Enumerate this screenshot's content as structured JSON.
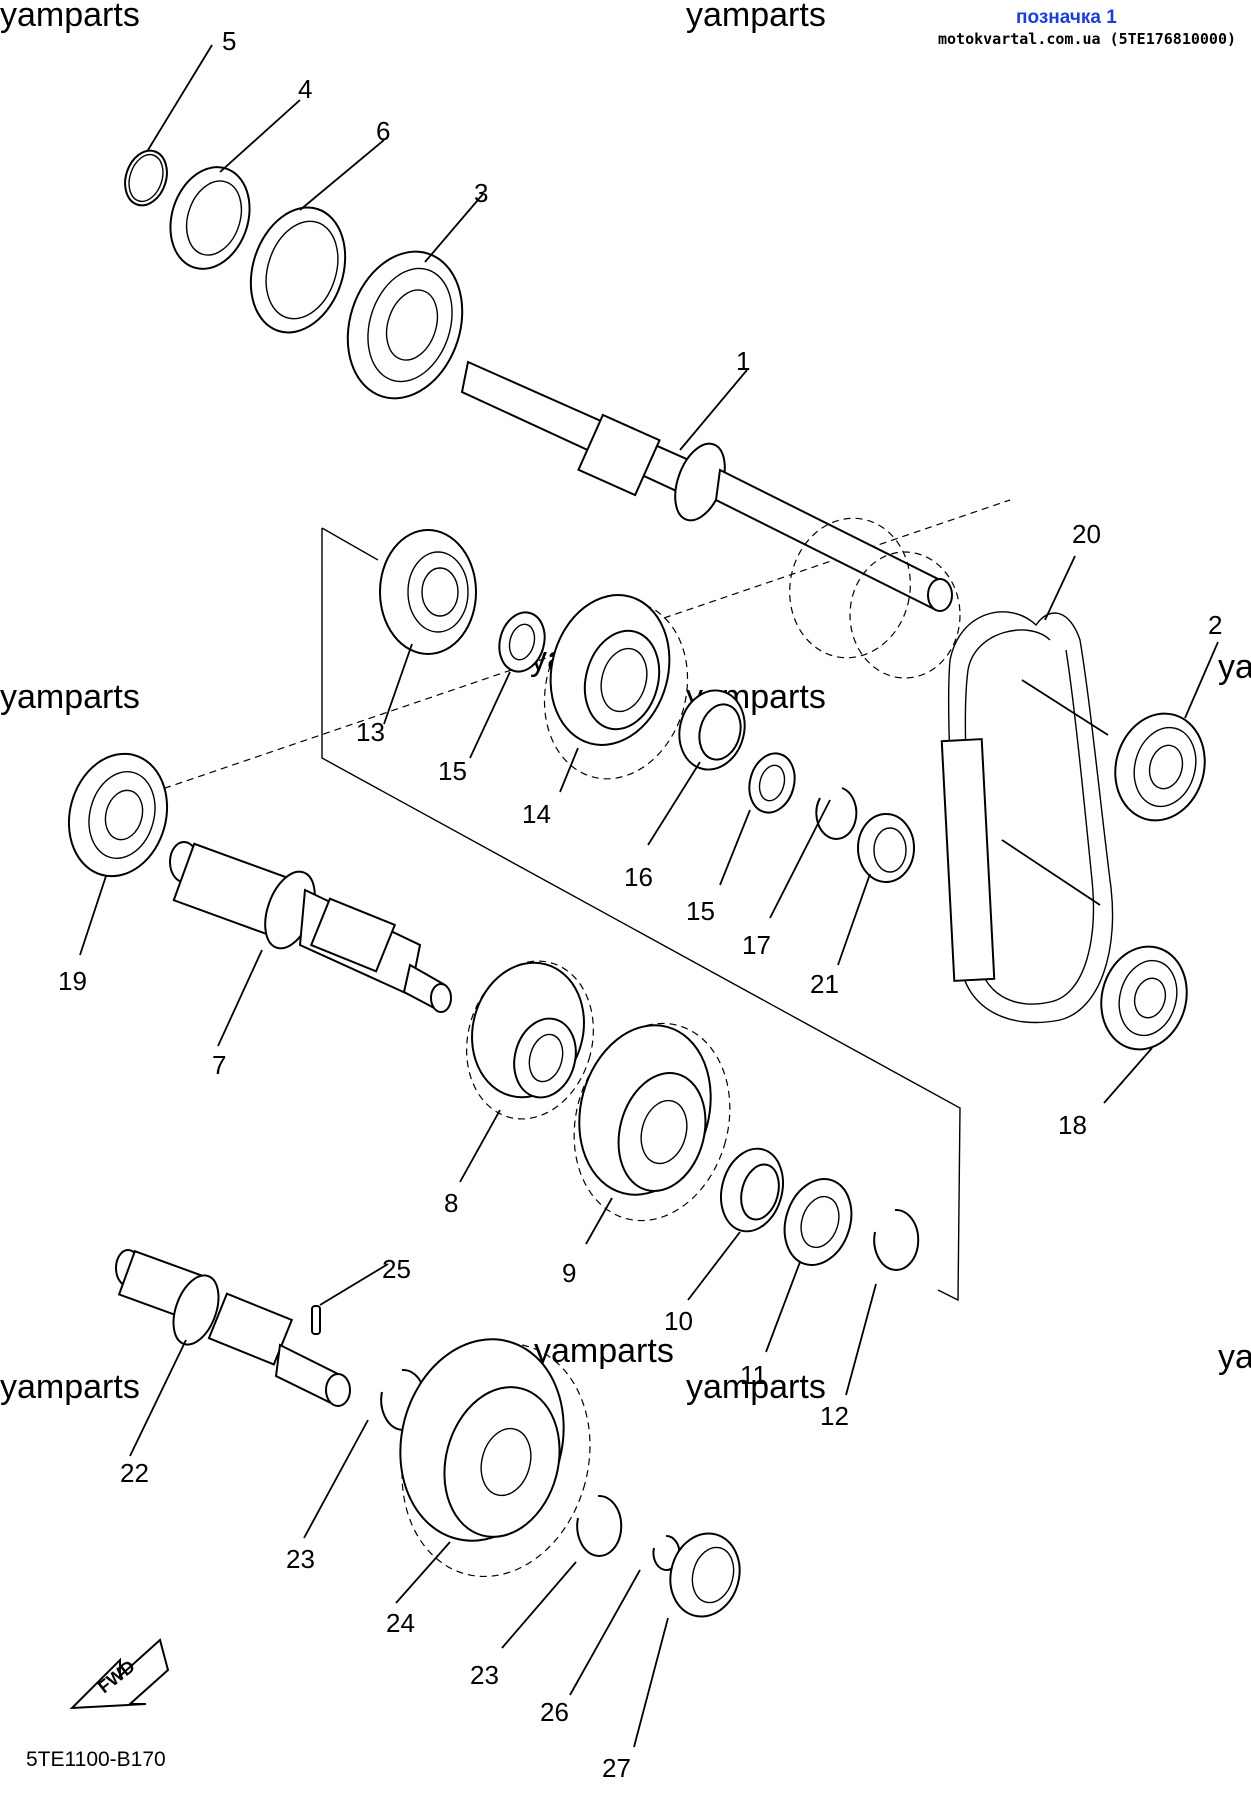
{
  "tag": {
    "title": "позначка 1",
    "source": "motokvartal.com.ua (5TE176810000)"
  },
  "watermark": "yamparts",
  "diagram_code": "5TE1100-B170",
  "fwd_label": "FWD",
  "callouts": {
    "c1": "1",
    "c2": "2",
    "c3": "3",
    "c4": "4",
    "c5": "5",
    "c6": "6",
    "c7": "7",
    "c8": "8",
    "c9": "9",
    "c10": "10",
    "c11": "11",
    "c12": "12",
    "c13": "13",
    "c14": "14",
    "c15a": "15",
    "c15b": "15",
    "c16": "16",
    "c17": "17",
    "c18": "18",
    "c19": "19",
    "c20": "20",
    "c21": "21",
    "c22": "22",
    "c23a": "23",
    "c23b": "23",
    "c24": "24",
    "c25": "25",
    "c26": "26",
    "c27": "27"
  }
}
